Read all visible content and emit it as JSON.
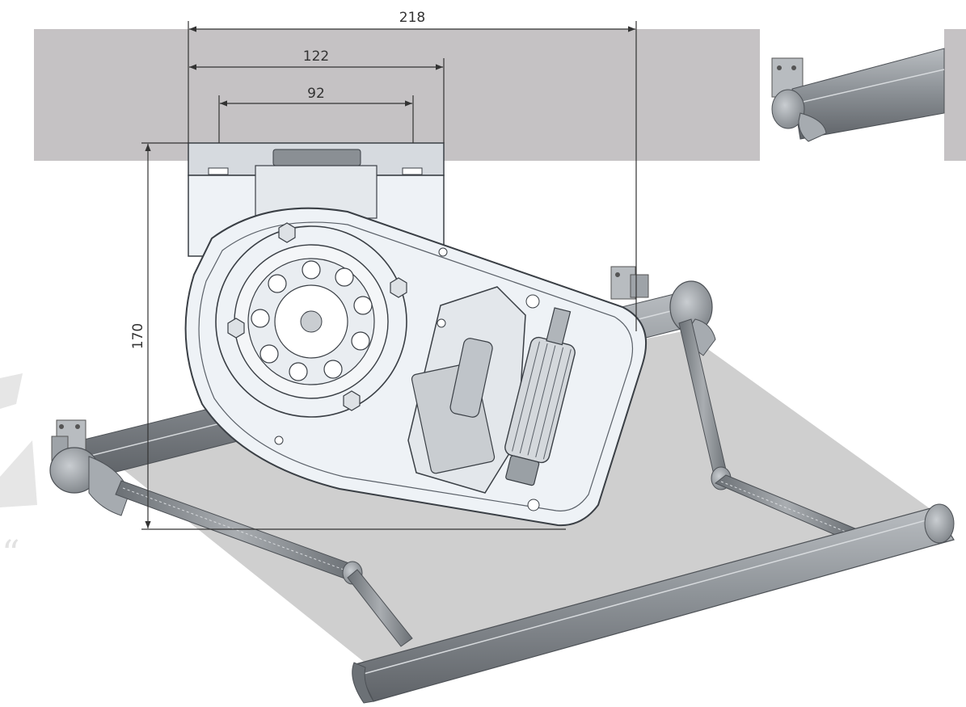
{
  "dimensions": {
    "overall_width": "218",
    "bracket_width": "122",
    "mount_spacing": "92",
    "height": "170"
  },
  "colors": {
    "wall": "#c5c2c4",
    "housing": "#eef2f6",
    "outline": "#3a3f45",
    "fabric": "#cfcfcf",
    "bar": "#8a8f94",
    "dimension_line": "#333333"
  }
}
